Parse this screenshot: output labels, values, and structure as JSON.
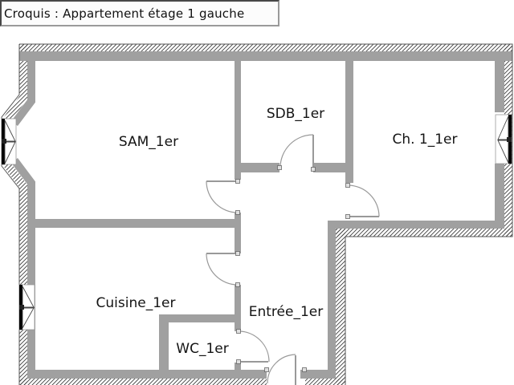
{
  "title": "Croquis : Appartement étage 1 gauche",
  "floorplan": {
    "rooms": [
      {
        "id": "sam",
        "label": "SAM_1er"
      },
      {
        "id": "sdb",
        "label": "SDB_1er"
      },
      {
        "id": "ch1",
        "label": "Ch. 1_1er"
      },
      {
        "id": "cuisine",
        "label": "Cuisine_1er"
      },
      {
        "id": "entree",
        "label": "Entrée_1er"
      },
      {
        "id": "wc",
        "label": "WC_1er"
      }
    ],
    "doors_count": 6,
    "windows_count": 3,
    "colors": {
      "wall_fill": "#a0a0a0",
      "hatch_line": "#3f3f3f",
      "door_symbol": "#999999",
      "window_frame_line": "#000000",
      "outline": "#555555"
    }
  }
}
